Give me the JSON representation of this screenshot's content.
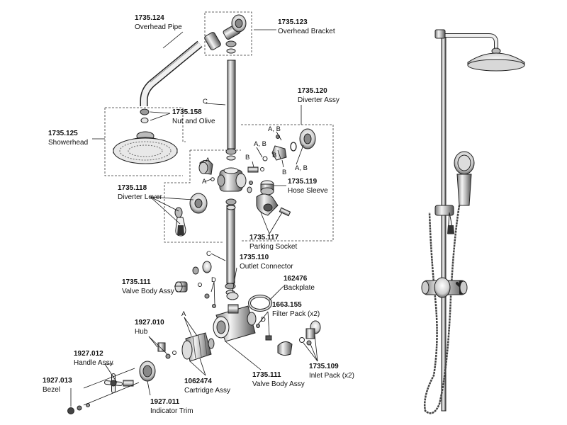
{
  "parts": [
    {
      "id": "overhead_pipe",
      "number": "1735.124",
      "name": "Overhead Pipe"
    },
    {
      "id": "overhead_bracket",
      "number": "1735.123",
      "name": "Overhead Bracket"
    },
    {
      "id": "nut_olive",
      "number": "1735.158",
      "name": "Nut and Olive"
    },
    {
      "id": "showerhead",
      "number": "1735.125",
      "name": "Showerhead"
    },
    {
      "id": "diverter_assy",
      "number": "1735.120",
      "name": "Diverter Assy"
    },
    {
      "id": "diverter_lever",
      "number": "1735.118",
      "name": "Diverter Lever"
    },
    {
      "id": "hose_sleeve",
      "number": "1735.119",
      "name": "Hose Sleeve"
    },
    {
      "id": "parking_socket",
      "number": "1735.117",
      "name": "Parking Socket"
    },
    {
      "id": "outlet_connector",
      "number": "1735.110",
      "name": "Outlet Connector"
    },
    {
      "id": "valve_body_assy_left",
      "number": "1735.111",
      "name": "Valve Body Assy"
    },
    {
      "id": "backplate",
      "number": "162476",
      "name": "Backplate"
    },
    {
      "id": "filter_pack",
      "number": "1663.155",
      "name": "Filter Pack (x2)"
    },
    {
      "id": "hub",
      "number": "1927.010",
      "name": "Hub"
    },
    {
      "id": "handle_assy",
      "number": "1927.012",
      "name": "Handle Assy"
    },
    {
      "id": "cartridge_assy",
      "number": "1062474",
      "name": "Cartridge Assy"
    },
    {
      "id": "bezel",
      "number": "1927.013",
      "name": "Bezel"
    },
    {
      "id": "indicator_trim",
      "number": "1927.011",
      "name": "Indicator Trim"
    },
    {
      "id": "valve_body_assy_bottom",
      "number": "1735.111",
      "name": "Valve Body Assy"
    },
    {
      "id": "inlet_pack",
      "number": "1735.109",
      "name": "Inlet Pack (x2)"
    }
  ],
  "tags": {
    "c_upper": "C",
    "c_lower": "C",
    "a_b_top": "A, B",
    "a_b_left": "A, B",
    "b_a": "B",
    "b_b": "B",
    "b_c": "B",
    "a_b_right": "A, B",
    "a_upper": "A",
    "a_mid": "A",
    "a_cartridge": "A",
    "d_left": "D",
    "d_right": "D"
  },
  "colors": {
    "ink": "#111111",
    "metal_light": "#f2f2f2",
    "metal_mid": "#bdbdbd",
    "metal_dark": "#6a6a6a",
    "background": "#ffffff"
  }
}
